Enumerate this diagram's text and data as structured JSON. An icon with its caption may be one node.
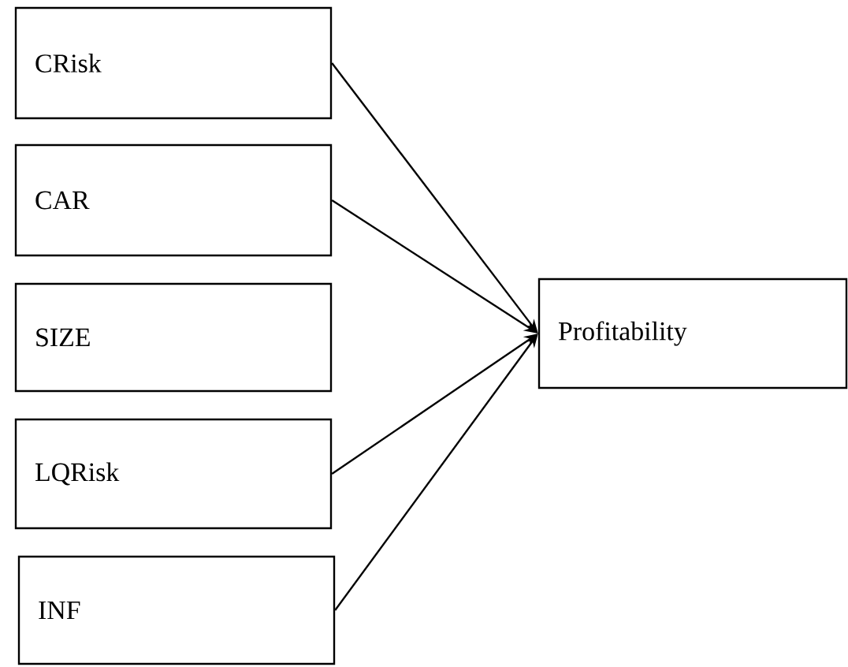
{
  "diagram": {
    "nodes": [
      {
        "text": [
          "CRisk"
        ]
      },
      {
        "text": [
          "CAR"
        ]
      },
      {
        "text": [
          "SIZE"
        ]
      },
      {
        "text": [
          "LQRisk"
        ]
      },
      {
        "text": [
          "INF"
        ]
      },
      {
        "text": [
          "Profitability"
        ]
      }
    ],
    "edges": [
      {
        "from": 0,
        "to": 5,
        "arrow": "to"
      },
      {
        "from": 1,
        "to": 5,
        "arrow": "to"
      },
      {
        "from": 3,
        "to": 5,
        "arrow": "to"
      },
      {
        "from": 4,
        "to": 5,
        "arrow": "to"
      }
    ]
  }
}
